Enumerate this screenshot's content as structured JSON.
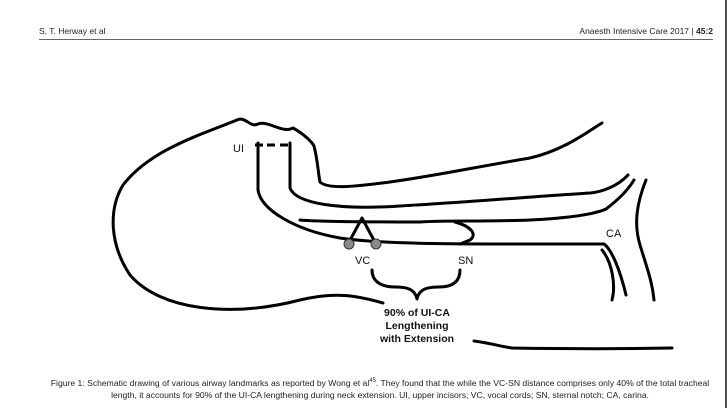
{
  "header": {
    "authors": "S. T. Herway et al",
    "journal": "Anaesth Intensive Care 2017 |",
    "volume": "45:2"
  },
  "figure": {
    "labels": {
      "ui": "UI",
      "ca": "CA",
      "vc": "VC",
      "sn": "SN"
    },
    "annotation_lines": [
      "90% of UI-CA",
      "Lengthening",
      "with Extension"
    ]
  },
  "caption": {
    "part1": "Figure 1: Schematic drawing of various airway landmarks as reported by Wong et al",
    "superscript": "45",
    "part2": ". They found that the while the VC-SN distance comprises only 40% of the total tracheal length, it accounts for 90% of the UI-CA lengthening during neck extension. UI, upper incisors; VC, vocal cords; SN, sternal notch; CA, carina."
  }
}
